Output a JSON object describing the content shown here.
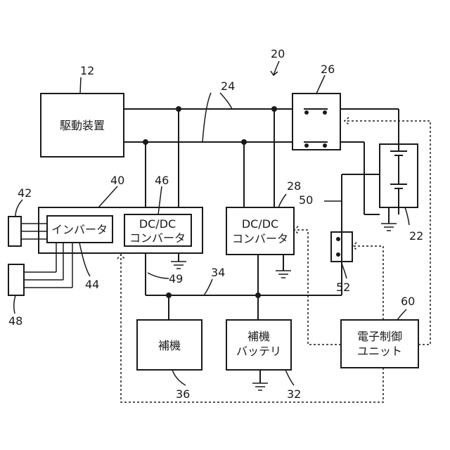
{
  "refs": {
    "system": "20",
    "drive": "12",
    "bus": "24",
    "relay": "26",
    "battery": "22",
    "dcdc_main": "28",
    "control_line": "50",
    "dcdc_sub": "46",
    "unit": "40",
    "motor_a": "42",
    "motor_b": "48",
    "inverter": "44",
    "ground_line": "49",
    "aux_bus": "34",
    "switch": "52",
    "ecu": "60",
    "aux": "36",
    "aux_battery": "32"
  },
  "labels": {
    "drive": "駆動装置",
    "inverter": "インバータ",
    "dcdc_sub_l1": "DC/DC",
    "dcdc_sub_l2": "コンバータ",
    "dcdc_main_l1": "DC/DC",
    "dcdc_main_l2": "コンバータ",
    "aux": "補機",
    "aux_battery_l1": "補機",
    "aux_battery_l2": "バッテリ",
    "ecu_l1": "電子制御",
    "ecu_l2": "ユニット"
  }
}
